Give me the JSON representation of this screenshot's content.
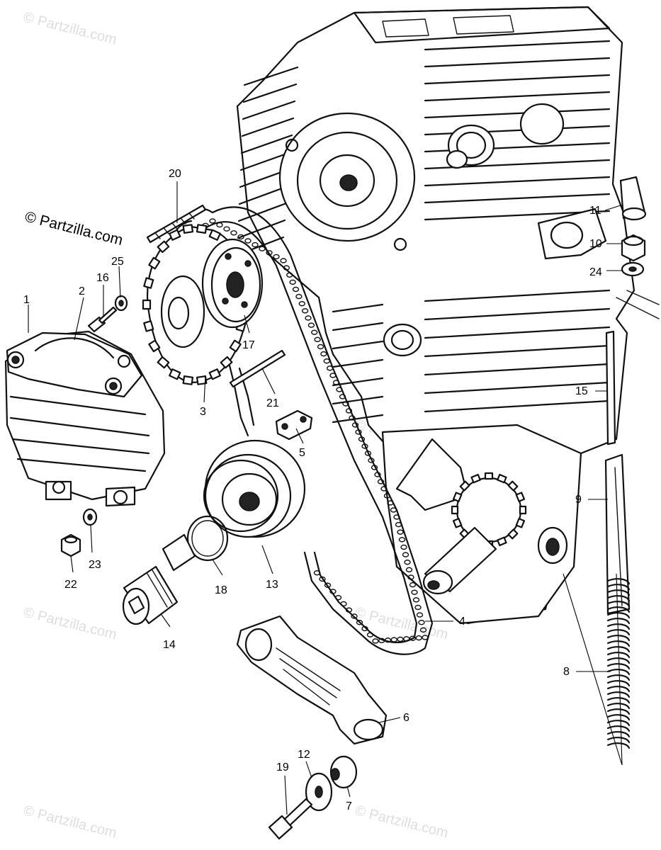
{
  "watermark": "© Partzilla.com",
  "copyright": "© Partzilla.com",
  "parts": [
    {
      "id": "p1",
      "num": "1"
    },
    {
      "id": "p2",
      "num": "2"
    },
    {
      "id": "p3",
      "num": "3"
    },
    {
      "id": "p4",
      "num": "4"
    },
    {
      "id": "p5",
      "num": "5"
    },
    {
      "id": "p6",
      "num": "6"
    },
    {
      "id": "p7",
      "num": "7"
    },
    {
      "id": "p8",
      "num": "8"
    },
    {
      "id": "p9",
      "num": "9"
    },
    {
      "id": "p10",
      "num": "10"
    },
    {
      "id": "p11",
      "num": "11"
    },
    {
      "id": "p12",
      "num": "12"
    },
    {
      "id": "p13",
      "num": "13"
    },
    {
      "id": "p14",
      "num": "14"
    },
    {
      "id": "p15",
      "num": "15"
    },
    {
      "id": "p16",
      "num": "16"
    },
    {
      "id": "p17",
      "num": "17"
    },
    {
      "id": "p18",
      "num": "18"
    },
    {
      "id": "p19",
      "num": "19"
    },
    {
      "id": "p20",
      "num": "20"
    },
    {
      "id": "p21",
      "num": "21"
    },
    {
      "id": "p22",
      "num": "22"
    },
    {
      "id": "p23",
      "num": "23"
    },
    {
      "id": "p24",
      "num": "24"
    },
    {
      "id": "p25",
      "num": "25"
    }
  ]
}
